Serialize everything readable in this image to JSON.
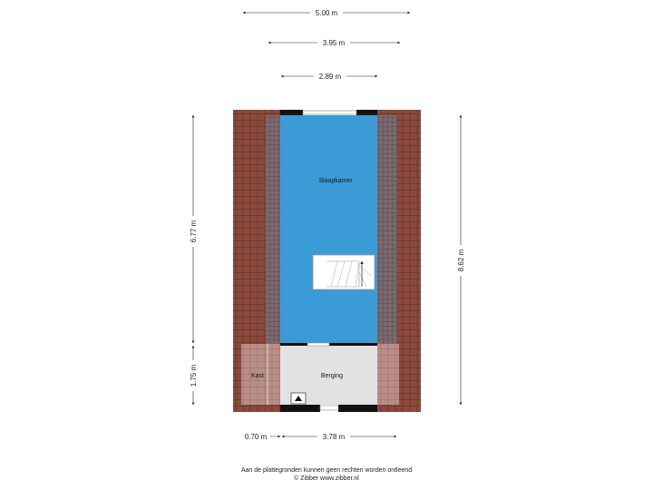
{
  "colors": {
    "roof": "#8b4a3c",
    "roof_tile_line": "#6a342a",
    "roof_inner": "#7c6a70",
    "bedroom": "#3b9bd6",
    "storage": "#e2e2e2",
    "closet": "#b88e86",
    "wall": "#111111"
  },
  "dimensions": {
    "width_total": "5.00 m",
    "width_mid": "3.95 m",
    "width_inner": "2.89 m",
    "height_upper": "6.77 m",
    "height_lower": "1.75 m",
    "height_total": "8.62 m",
    "bottom_left": "0.70 m",
    "bottom_right": "3.78 m"
  },
  "rooms": {
    "bedroom": "Slaapkamer",
    "storage": "Berging",
    "closet": "Kast"
  },
  "footer": {
    "disclaimer": "Aan de plattegronden kunnen geen rechten worden ontleend",
    "copyright": "© Zibber www.zibber.nl"
  }
}
